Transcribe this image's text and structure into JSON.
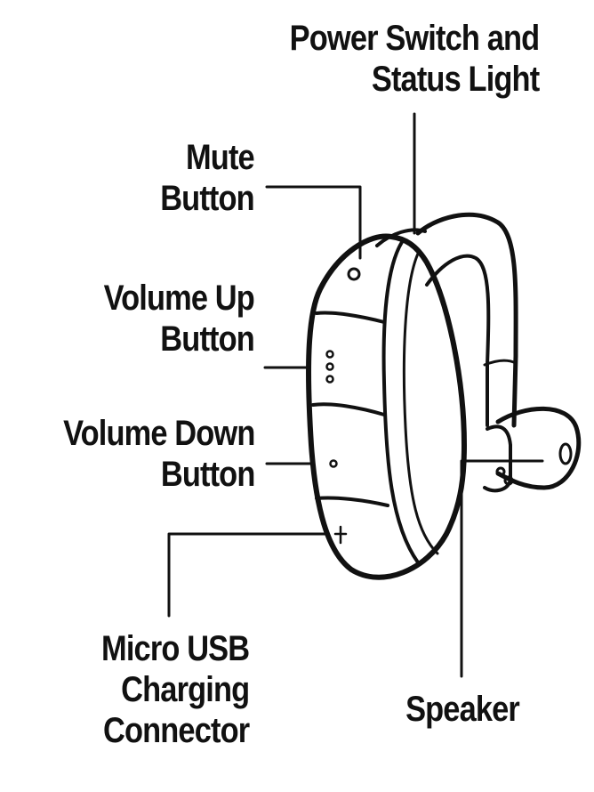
{
  "labels": {
    "power": [
      "Power Switch and",
      "Status Light"
    ],
    "mute": [
      "Mute",
      "Button"
    ],
    "volume_up": [
      "Volume Up",
      "Button"
    ],
    "volume_down": [
      "Volume Down",
      "Button"
    ],
    "usb": [
      "Micro USB",
      "Charging",
      "Connector"
    ],
    "speaker": [
      "Speaker"
    ]
  },
  "colors": {
    "ink": "#111111",
    "background": "#ffffff"
  }
}
